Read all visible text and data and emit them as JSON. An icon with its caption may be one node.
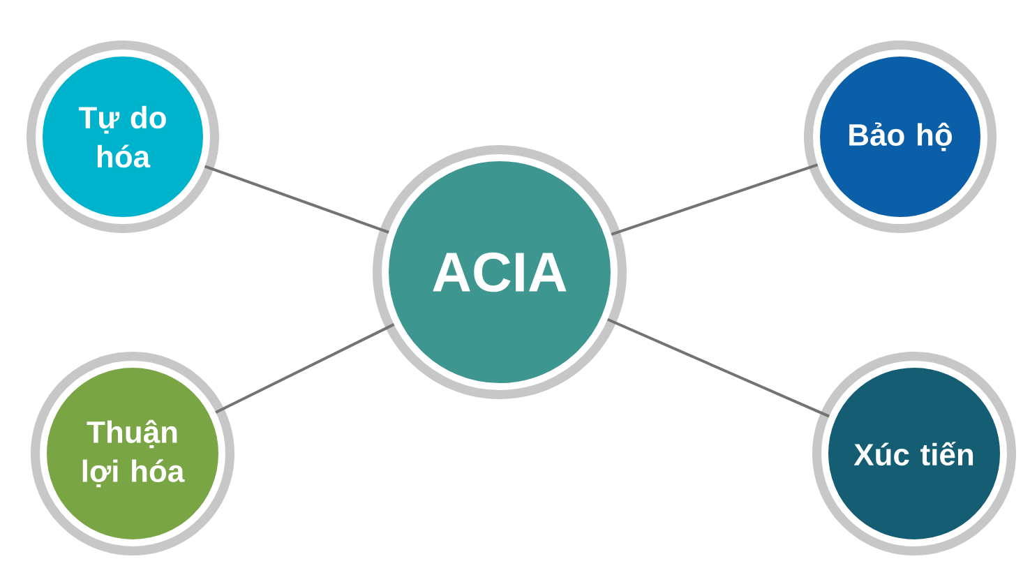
{
  "diagram": {
    "nodes": [
      {
        "text": [
          "Tự do hóa"
        ]
      },
      {
        "text": [
          "Bảo hộ"
        ]
      },
      {
        "text": [
          "ACIA"
        ]
      },
      {
        "text": [
          "Thuận lợi hóa"
        ]
      },
      {
        "text": [
          "Xúc tiến"
        ]
      }
    ],
    "edges": [
      {
        "from": 2,
        "to": 0,
        "arrow": "none"
      },
      {
        "from": 2,
        "to": 1,
        "arrow": "none"
      },
      {
        "from": 2,
        "to": 3,
        "arrow": "none"
      },
      {
        "from": 2,
        "to": 4,
        "arrow": "none"
      }
    ]
  }
}
